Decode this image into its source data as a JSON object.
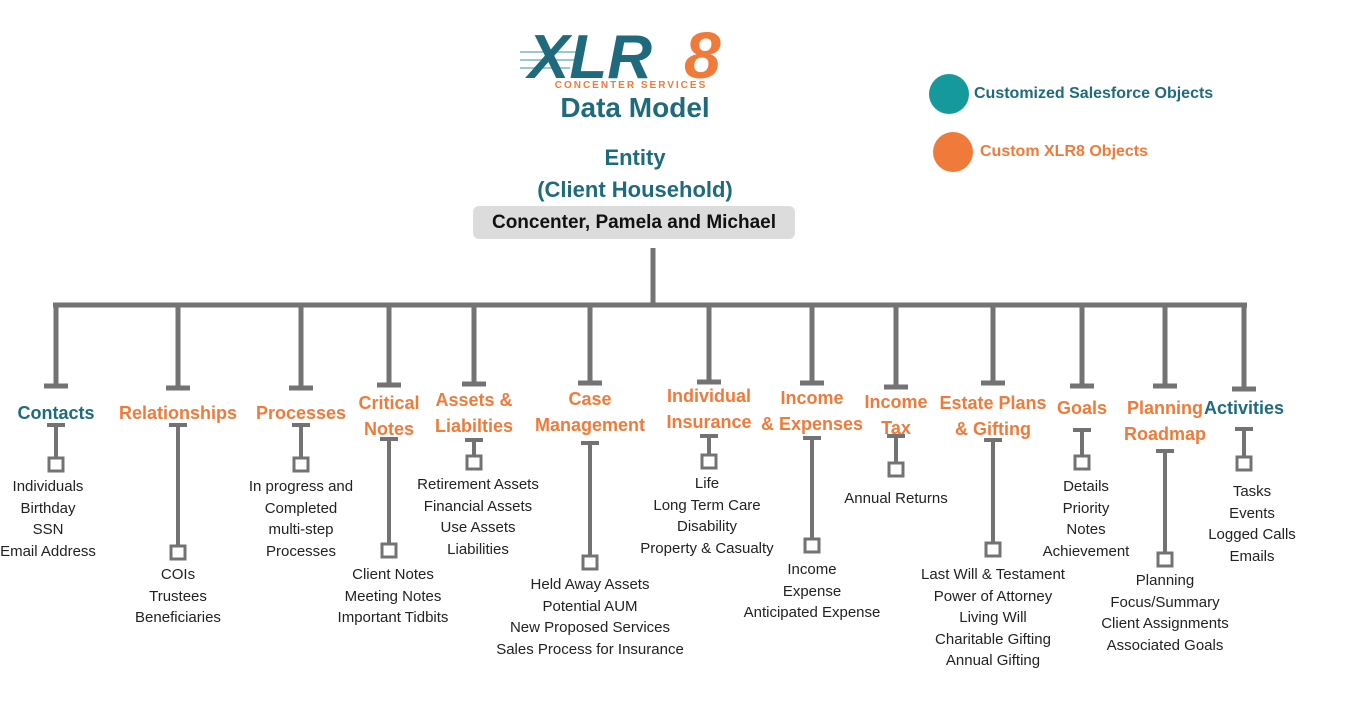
{
  "logo": {
    "text": "XLR8",
    "subtitle": "CONCENTER SERVICES"
  },
  "title": "Data Model",
  "entity": {
    "line1": "Entity",
    "line2": "(Client Household)"
  },
  "household": "Concenter, Pamela and Michael",
  "legend": [
    {
      "label": "Customized Salesforce Objects",
      "color": "#16999b"
    },
    {
      "label": "Custom XLR8 Objects",
      "color": "#f07a3a"
    }
  ],
  "colors": {
    "teal_text": "#1f6b7d",
    "orange_text": "#f07a3a",
    "connector": "#737373"
  },
  "categories": [
    {
      "label": "Contacts",
      "kind": "teal",
      "items": [
        "Individuals",
        "Birthday",
        "SSN",
        "Email Address"
      ]
    },
    {
      "label": "Relationships",
      "kind": "orange",
      "items": [
        "COIs",
        "Trustees",
        "Beneficiaries"
      ]
    },
    {
      "label": "Processes",
      "kind": "orange",
      "items": [
        "In progress and",
        "Completed",
        "multi-step",
        "Processes"
      ]
    },
    {
      "label": "Critical\nNotes",
      "kind": "orange",
      "items": [
        "Client Notes",
        "Meeting Notes",
        "Important Tidbits"
      ]
    },
    {
      "label": "Assets &\nLiabilties",
      "kind": "orange",
      "items": [
        "Retirement Assets",
        "Financial Assets",
        "Use Assets",
        "Liabilities"
      ]
    },
    {
      "label": "Case\nManagement",
      "kind": "orange",
      "items": [
        "Held Away Assets",
        "Potential AUM",
        "New Proposed Services",
        "Sales Process for Insurance"
      ]
    },
    {
      "label": "Individual\nInsurance",
      "kind": "orange",
      "items": [
        "Life",
        "Long Term Care",
        "Disability",
        "Property & Casualty"
      ]
    },
    {
      "label": "Income\n& Expenses",
      "kind": "orange",
      "items": [
        "Income",
        "Expense",
        "Anticipated Expense"
      ]
    },
    {
      "label": "Income\nTax",
      "kind": "orange",
      "items": [
        "Annual Returns"
      ]
    },
    {
      "label": "Estate Plans\n& Gifting",
      "kind": "orange",
      "items": [
        "Last Will & Testament",
        "Power of Attorney",
        "Living Will",
        "Charitable Gifting",
        "Annual Gifting"
      ]
    },
    {
      "label": "Goals",
      "kind": "orange",
      "items": [
        "Details",
        "Priority",
        "Notes",
        "Achievement"
      ]
    },
    {
      "label": "Planning\nRoadmap",
      "kind": "orange",
      "items": [
        "Planning",
        "Focus/Summary",
        "Client Assignments",
        "Associated Goals"
      ]
    },
    {
      "label": "Activities",
      "kind": "teal",
      "items": [
        "Tasks",
        "Events",
        "Logged Calls",
        "Emails"
      ]
    }
  ]
}
